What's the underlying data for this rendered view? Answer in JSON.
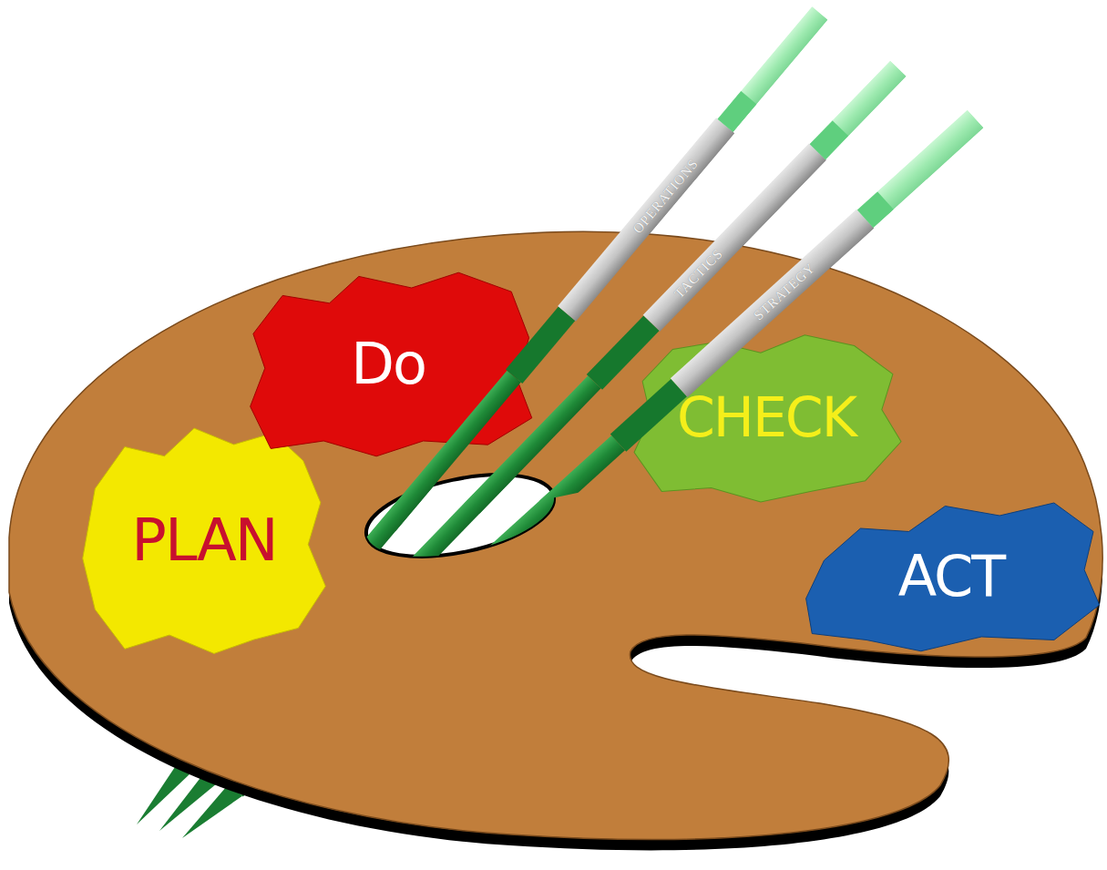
{
  "diagram": {
    "nodes": [
      {
        "text": [
          "PLAN"
        ]
      },
      {
        "text": [
          "Do"
        ]
      },
      {
        "text": [
          "CHECK"
        ]
      },
      {
        "text": [
          "ACT"
        ]
      }
    ],
    "labels": [
      "OPERATIONS",
      "TACTICS",
      "STRATEGY"
    ]
  }
}
